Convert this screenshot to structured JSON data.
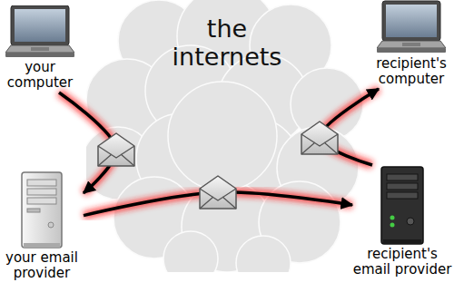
{
  "diagram": {
    "nodes": [
      {
        "text": [
          "your computer"
        ]
      },
      {
        "text": [
          "the internets"
        ]
      },
      {
        "text": [
          "recipient's computer"
        ]
      },
      {
        "text": [
          "your email provider"
        ]
      },
      {
        "text": [
          "recipient's email provider"
        ]
      }
    ],
    "edges": [
      {
        "from": 0,
        "to": 3,
        "arrow": "to"
      },
      {
        "from": 3,
        "to": 4,
        "arrow": "to"
      },
      {
        "from": 4,
        "to": 2,
        "arrow": "to"
      }
    ]
  }
}
